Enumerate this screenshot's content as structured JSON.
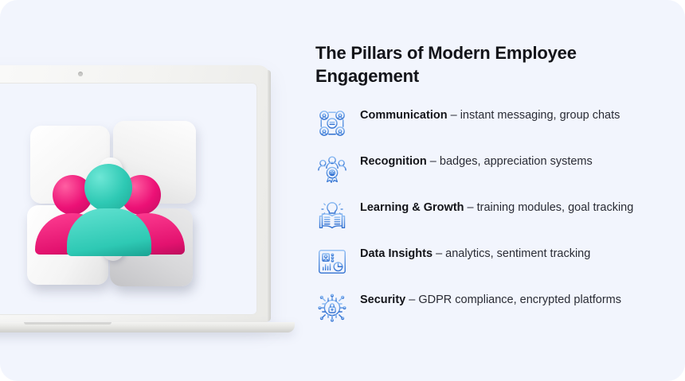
{
  "header": {
    "title": "The Pillars of Modern Employee Engagement"
  },
  "visual": {
    "name": "laptop-puzzle-teamwork-illustration",
    "colors": {
      "background": "#f2f5fd",
      "teal": "#2ec9b4",
      "pink": "#ec1176",
      "puzzle_light": "#f4f4f4",
      "puzzle_dark": "#c9c9cc",
      "laptop_body": "#f0f0ee"
    }
  },
  "pillars": [
    {
      "icon": "communication-network-icon",
      "term": "Communication",
      "separator": " – ",
      "detail": "instant messaging, group chats"
    },
    {
      "icon": "recognition-award-icon",
      "term": "Recognition",
      "separator": " – ",
      "detail": "badges, appreciation systems"
    },
    {
      "icon": "learning-book-lightbulb-icon",
      "term": "Learning & Growth",
      "separator": " – ",
      "detail": "training modules, goal tracking"
    },
    {
      "icon": "data-insights-dashboard-icon",
      "term": "Data Insights",
      "separator": " – ",
      "detail": "analytics, sentiment tracking"
    },
    {
      "icon": "security-circuit-lock-icon",
      "term": "Security",
      "separator": " – ",
      "detail": "GDPR compliance, encrypted platforms"
    }
  ],
  "theme": {
    "icon_stroke_top": "#7fb4f0",
    "icon_stroke_bottom": "#2f6fd0",
    "title_color": "#131419",
    "body_color": "#2a2c35"
  }
}
